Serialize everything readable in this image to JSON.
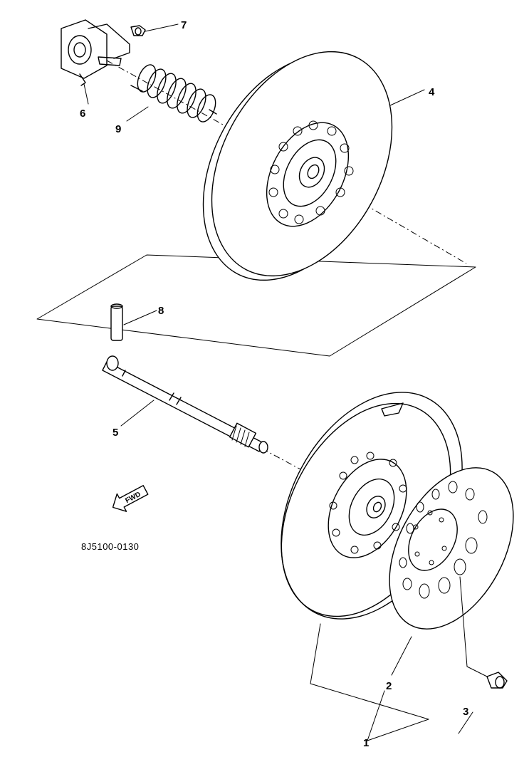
{
  "diagram": {
    "drawing_code": "8J5100-0130",
    "direction_arrow": {
      "text": "FWD",
      "icon": "fwd-arrow-icon"
    },
    "callouts": [
      {
        "id": "1",
        "part": "fixed-sheave"
      },
      {
        "id": "2",
        "part": "brake-disc"
      },
      {
        "id": "3",
        "part": "bolt"
      },
      {
        "id": "4",
        "part": "sliding-sheave"
      },
      {
        "id": "5",
        "part": "secondary-shaft"
      },
      {
        "id": "6",
        "part": "spring-seat"
      },
      {
        "id": "7",
        "part": "slider"
      },
      {
        "id": "8",
        "part": "pin"
      },
      {
        "id": "9",
        "part": "compression-spring"
      }
    ]
  }
}
